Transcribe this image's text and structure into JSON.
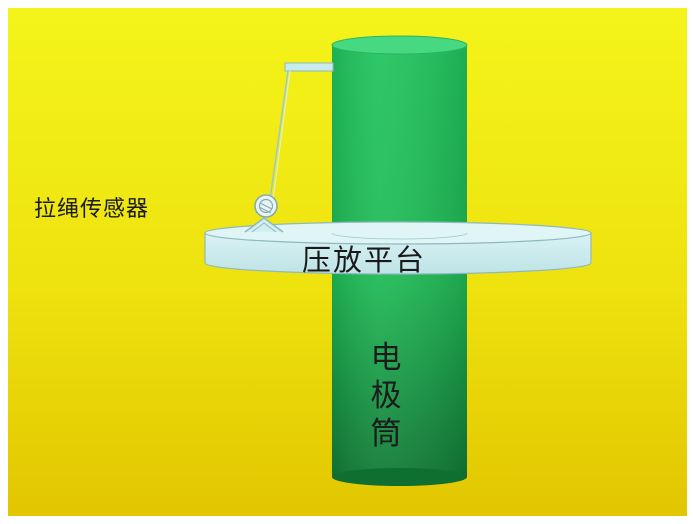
{
  "diagram": {
    "sensor_label": "拉绳传感器",
    "platform_label": "压放平台",
    "electrode_label": "电极筒"
  },
  "colors": {
    "background_top": "#f2f01a",
    "background_bottom": "#e3c800",
    "electrode_light": "#2ed872",
    "electrode_dark": "#138a3e",
    "platform_fill": "#c8ecee",
    "platform_stroke": "#8fb9be"
  }
}
